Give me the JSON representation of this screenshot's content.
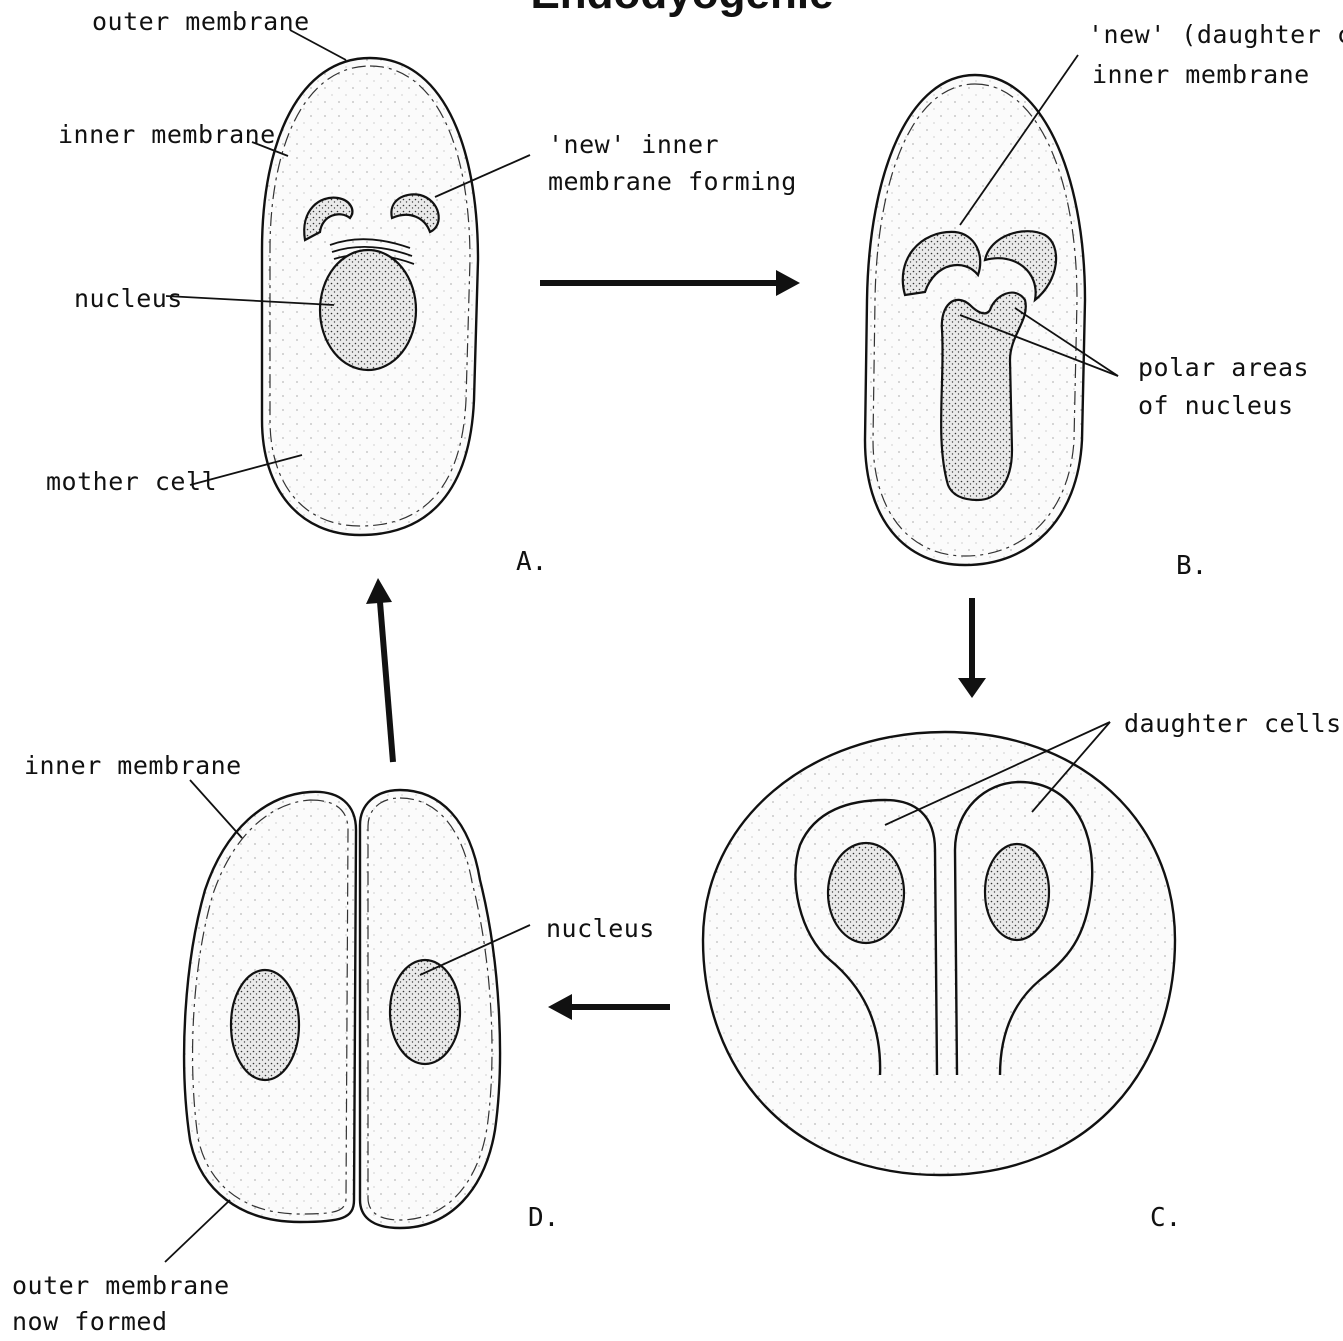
{
  "title": "Endodyogenie",
  "panels": {
    "A": {
      "letter": "A.",
      "labels": {
        "outer_membrane": "outer membrane",
        "inner_membrane": "inner membrane",
        "new_inner_1": "'new' inner",
        "new_inner_2": "membrane forming",
        "nucleus": "nucleus",
        "mother_cell": "mother cell"
      }
    },
    "B": {
      "letter": "B.",
      "labels": {
        "new_daughter_1": "'new' (daughter cell)",
        "new_daughter_2": "inner membrane",
        "polar_1": "polar areas",
        "polar_2": "of nucleus"
      }
    },
    "C": {
      "letter": "C.",
      "labels": {
        "daughter_cells": "daughter cells"
      }
    },
    "D": {
      "letter": "D.",
      "labels": {
        "inner_membrane": "inner membrane",
        "nucleus": "nucleus",
        "outer_formed_1": "outer membrane",
        "outer_formed_2": "now formed"
      }
    }
  }
}
